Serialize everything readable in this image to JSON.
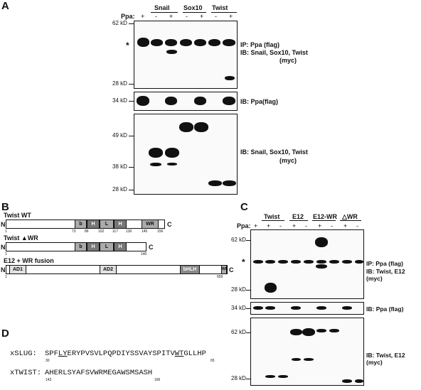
{
  "panels": {
    "A": "A",
    "B": "B",
    "C": "C",
    "D": "D"
  },
  "panelA": {
    "ppa_label": "Ppa:",
    "ppa_signs": [
      "+",
      "-",
      "+",
      "-",
      "+",
      "-",
      "+"
    ],
    "groups": [
      "Snail",
      "Sox10",
      "Twist"
    ],
    "asterisk": "*",
    "blot1": {
      "markers": [
        "62 kD",
        "28 kD"
      ],
      "label_lines": [
        "IP: Ppa (flag)",
        "IB: Snail, Sox10, Twist",
        "(myc)"
      ]
    },
    "blot2": {
      "markers": [
        "34 kD"
      ],
      "label_lines": [
        "IB: Ppa(flag)"
      ]
    },
    "blot3": {
      "markers": [
        "49 kD",
        "38 kD",
        "28 kD"
      ],
      "label_lines": [
        "IB: Snail, Sox10, Twist",
        "(myc)"
      ]
    }
  },
  "panelB": {
    "twist_wt": {
      "title": "Twist WT",
      "n": "N",
      "c": "C",
      "domains": [
        "b",
        "H",
        "L",
        "H",
        "WR"
      ],
      "positions": [
        "1",
        "73",
        "86",
        "102",
        "117",
        "130",
        "145",
        "156"
      ]
    },
    "twist_dwr": {
      "title_prefix": "Twist ",
      "title_suffix": "WR",
      "n": "N",
      "c": "C",
      "domains": [
        "b",
        "H",
        "L",
        "H"
      ],
      "positions": [
        "1",
        "140"
      ]
    },
    "e12": {
      "title": "E12 + WR fusion",
      "n": "N",
      "c": "C",
      "domains": [
        "AD1",
        "AD2",
        "bHLH",
        "WR"
      ],
      "positions": [
        "1",
        "659"
      ]
    }
  },
  "panelC": {
    "ppa_label": "Ppa:",
    "ppa_signs": [
      "+",
      "+",
      "-",
      "+",
      "-",
      "+",
      "-",
      "+",
      "-"
    ],
    "groups": [
      "Twist",
      "E12",
      "E12-WR",
      "WR"
    ],
    "asterisk": "*",
    "blot1": {
      "markers": [
        "62 kD",
        "28 kD"
      ],
      "label_lines": [
        "IP: Ppa (flag)",
        "IB: Twist, E12 (myc)"
      ]
    },
    "blot2": {
      "markers": [
        "34 kD"
      ],
      "label_lines": [
        "IB: Ppa (flag)"
      ]
    },
    "blot3": {
      "markers": [
        "62 kD",
        "28 kD"
      ],
      "label_lines": [
        "IB: Twist, E12 (myc)"
      ]
    }
  },
  "panelD": {
    "slug_name": "xSLUG:",
    "slug_parts": [
      "SPF",
      "LY",
      "ERYPVSVLPQPDIYSSVAYSPITV",
      "WT",
      "GLLHP"
    ],
    "slug_start": "30",
    "slug_end": "65",
    "twist_name": "xTWIST:",
    "twist_seq": "AHERLSYAFSVWRMEGAWSMSASH",
    "twist_start": "143",
    "twist_end": "166"
  }
}
